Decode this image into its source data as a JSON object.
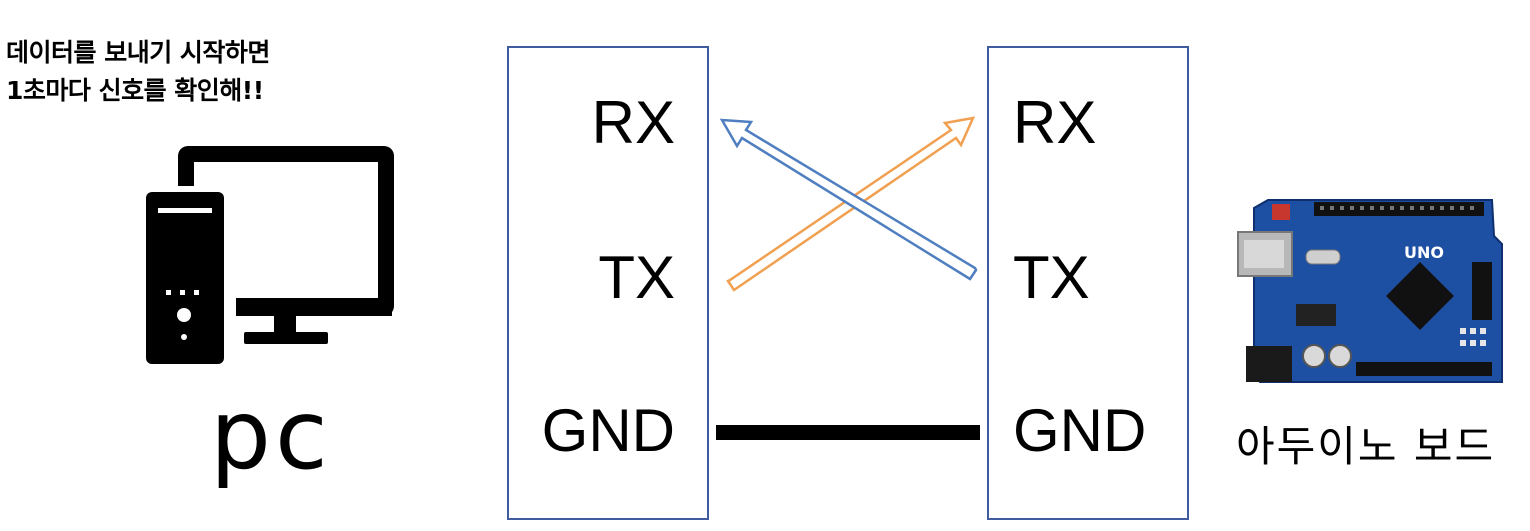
{
  "caption": {
    "line1": "데이터를 보내기 시작하면",
    "line2": "1초마다 신호를 확인해!!"
  },
  "pc": {
    "label": "pc",
    "icon": "desktop-computer-icon"
  },
  "left_box": {
    "rx": "RX",
    "tx": "TX",
    "gnd": "GND"
  },
  "right_box": {
    "rx": "RX",
    "tx": "TX",
    "gnd": "GND"
  },
  "board": {
    "label": "아두이노 보드",
    "image": "arduino-uno-board",
    "chip_text": "UNO"
  },
  "colors": {
    "box_border": "#3f5d9e",
    "arrow_blue": "#4f7fc0",
    "arrow_orange": "#f0a050",
    "gnd_line": "#000000",
    "board_blue": "#1d4fa3"
  }
}
